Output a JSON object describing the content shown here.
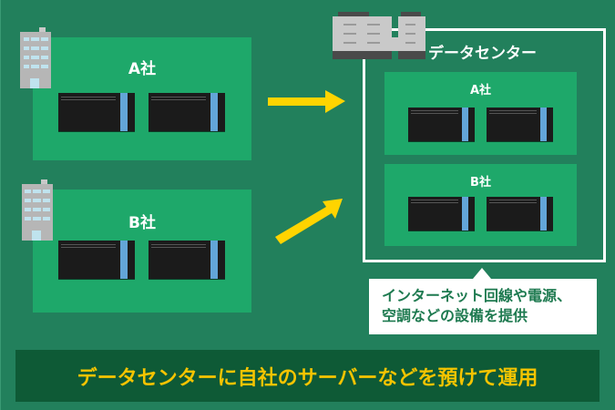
{
  "diagram": {
    "companies": [
      {
        "id": "a",
        "label": "A社"
      },
      {
        "id": "b",
        "label": "B社"
      }
    ],
    "data_center": {
      "title": "データセンター",
      "tenants": [
        {
          "label": "A社"
        },
        {
          "label": "B社"
        }
      ]
    },
    "callout": "インターネット回線や電源、\n空調などの設備を提供",
    "banner": "データセンターに自社のサーバーなどを預けて運用",
    "colors": {
      "background": "#22805C",
      "company_box": "#1EA86A",
      "server": "#1B1B1B",
      "server_stripe": "#63A5D8",
      "arrow": "#FFD400",
      "banner_bg": "#0E5A36",
      "banner_text": "#F5C400",
      "callout_text": "#1E7A50"
    }
  }
}
